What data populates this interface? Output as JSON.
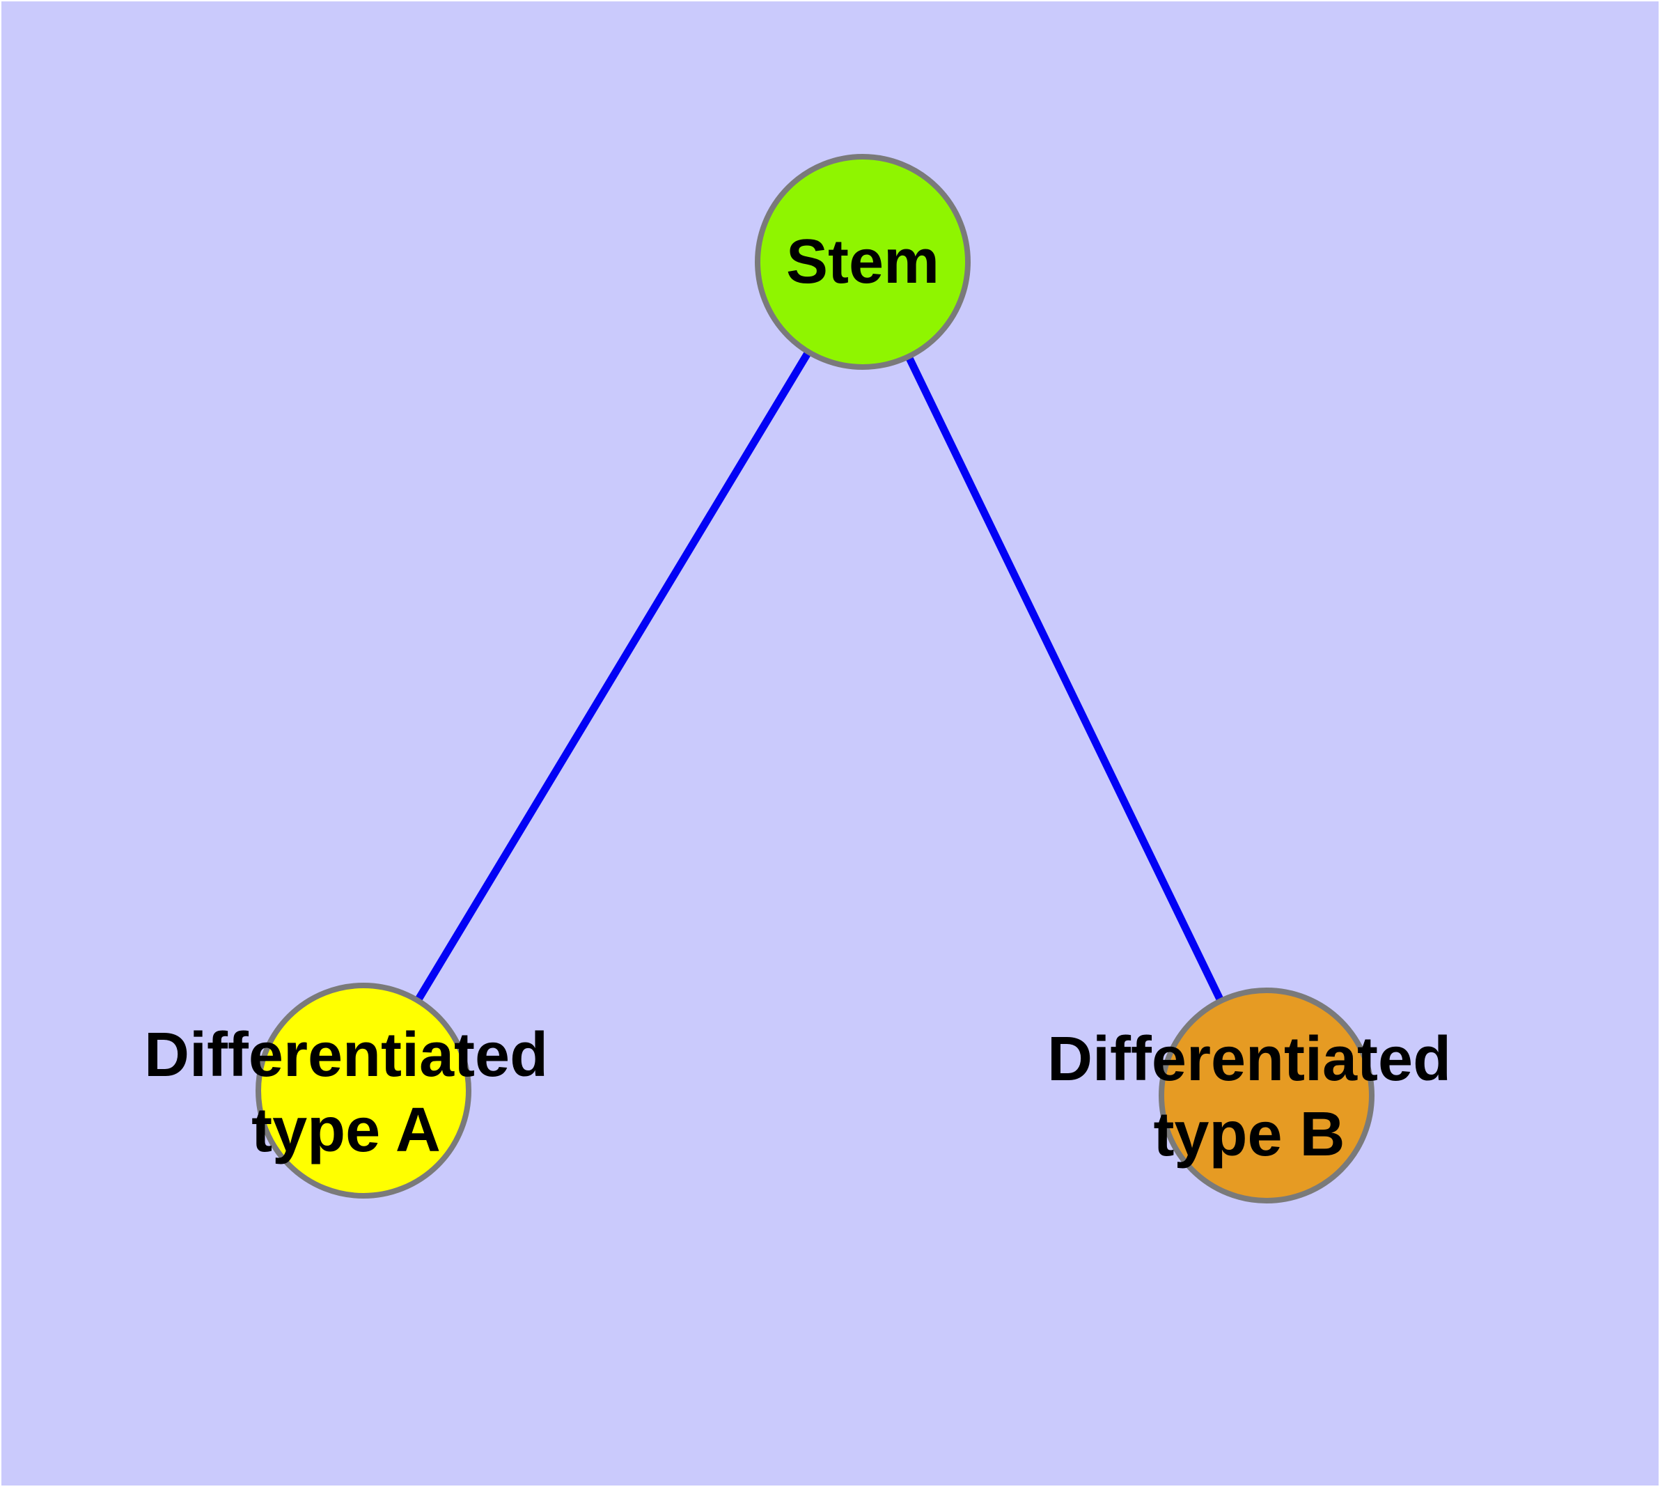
{
  "diagram": {
    "type": "node-link-graph",
    "background_color": "#CACAFC",
    "edge_color": "#0202F5",
    "node_border_color": "#7A7A7A",
    "text_color": "#000000",
    "nodes": [
      {
        "id": "stem",
        "label": "Stem",
        "color": "#8FF500"
      },
      {
        "id": "type-a",
        "label_line1": "Differentiated",
        "label_line2": "type A",
        "color": "#FFFF00"
      },
      {
        "id": "type-b",
        "label_line1": "Differentiated",
        "label_line2": "type B",
        "color": "#E69B23"
      }
    ],
    "edges": [
      {
        "from": "Stem",
        "to": "Differentiated type A"
      },
      {
        "from": "Stem",
        "to": "Differentiated type B"
      }
    ]
  }
}
